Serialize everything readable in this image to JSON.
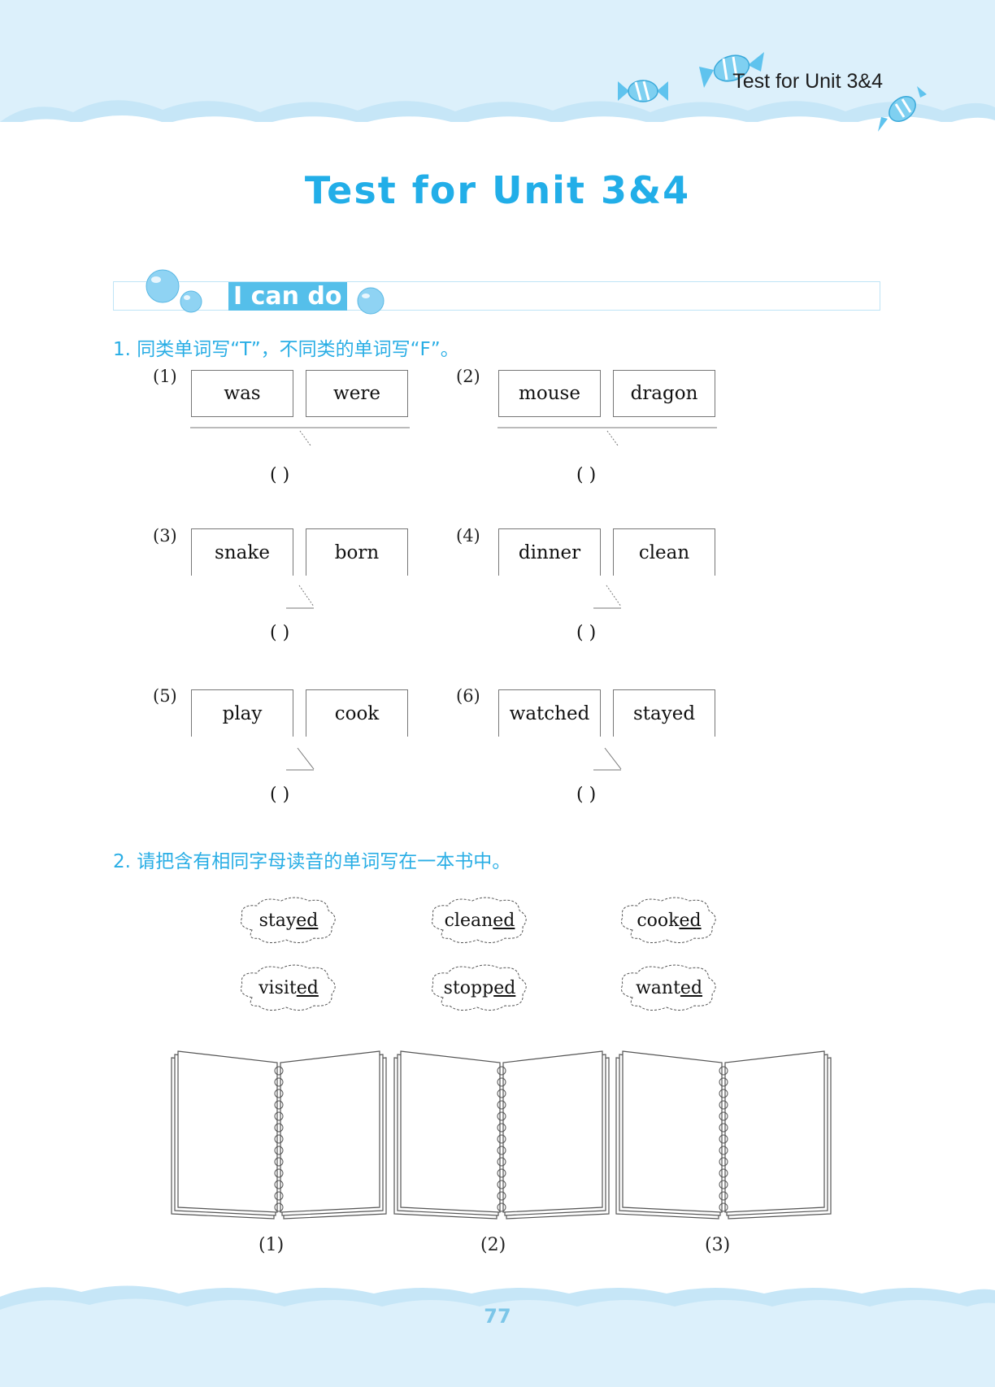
{
  "header": {
    "running_title": "Test for Unit 3&4"
  },
  "title": "Test for Unit 3&4",
  "section": {
    "label": "I can do"
  },
  "exercise1": {
    "instruction": "1. 同类单词写“T”，不同类的单词写“F”。",
    "items": [
      {
        "num": "(1)",
        "word_a": "was",
        "word_b": "were",
        "answer": "(        )"
      },
      {
        "num": "(2)",
        "word_a": "mouse",
        "word_b": "dragon",
        "answer": "(        )"
      },
      {
        "num": "(3)",
        "word_a": "snake",
        "word_b": "born",
        "answer": "(        )"
      },
      {
        "num": "(4)",
        "word_a": "dinner",
        "word_b": "clean",
        "answer": "(        )"
      },
      {
        "num": "(5)",
        "word_a": "play",
        "word_b": "cook",
        "answer": "(        )"
      },
      {
        "num": "(6)",
        "word_a": "watched",
        "word_b": "stayed",
        "answer": "(        )"
      }
    ]
  },
  "exercise2": {
    "instruction": "2. 请把含有相同字母读音的单词写在一本书中。",
    "words": [
      {
        "stem": "stay",
        "ending": "ed"
      },
      {
        "stem": "clean",
        "ending": "ed"
      },
      {
        "stem": "cook",
        "ending": "ed"
      },
      {
        "stem": "visit",
        "ending": "ed"
      },
      {
        "stem": "stopp",
        "ending": "ed"
      },
      {
        "stem": "want",
        "ending": "ed"
      }
    ],
    "books": [
      {
        "label": "(1)"
      },
      {
        "label": "(2)"
      },
      {
        "label": "(3)"
      }
    ]
  },
  "footer": {
    "page_number": "77"
  },
  "colors": {
    "accent": "#22aee8",
    "background": "#dcf0fb",
    "label_bg": "#55bfea"
  }
}
